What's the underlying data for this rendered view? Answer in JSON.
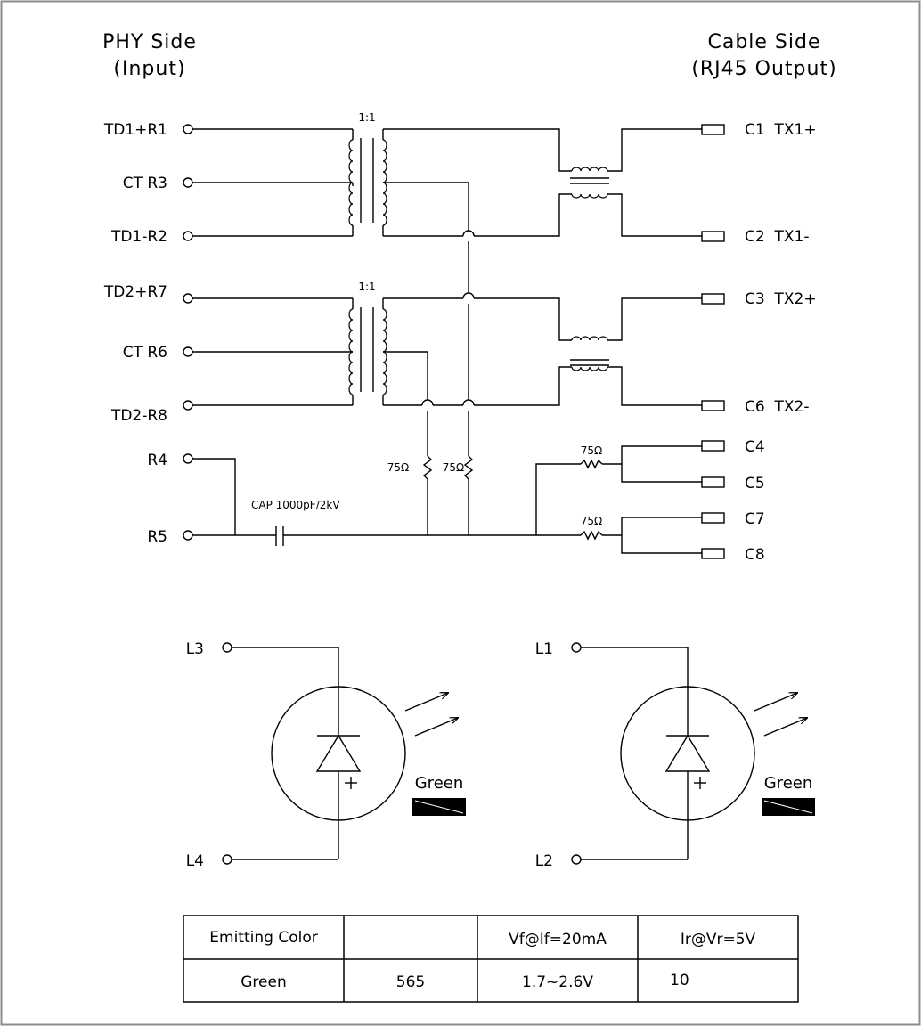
{
  "headings": {
    "phy_line1": "PHY Side",
    "phy_line2": "(Input)",
    "cable_line1": "Cable Side",
    "cable_line2": "(RJ45 Output)"
  },
  "phy_pins": {
    "td1p": "TD1+R1",
    "ct3": "CT R3",
    "td1n": "TD1-R2",
    "td2p": "TD2+R7",
    "ct6": "CT R6",
    "td2n": "TD2-R8",
    "r4": "R4",
    "r5": "R5"
  },
  "cable_pins": {
    "c1": "C1  TX1+",
    "c2": "C2  TX1-",
    "c3": "C3  TX2+",
    "c6": "C6  TX2-",
    "c4": "C4",
    "c5": "C5",
    "c7": "C7",
    "c8": "C8"
  },
  "components": {
    "ratio1": "1:1",
    "ratio2": "1:1",
    "res1": "75Ω",
    "res2": "75Ω",
    "res3": "75Ω",
    "res4": "75Ω",
    "cap": "CAP 1000pF/2kV"
  },
  "leds": {
    "left": {
      "top_pin": "L3",
      "bottom_pin": "L4",
      "color_label": "Green",
      "plus": "+"
    },
    "right": {
      "top_pin": "L1",
      "bottom_pin": "L2",
      "color_label": "Green",
      "plus": "+"
    }
  },
  "spec_table": {
    "header": [
      "Emitting Color",
      "",
      "Vf@If=20mA",
      "Ir@Vr=5V"
    ],
    "row": [
      "Green",
      "565",
      "1.7~2.6V",
      "10"
    ]
  }
}
